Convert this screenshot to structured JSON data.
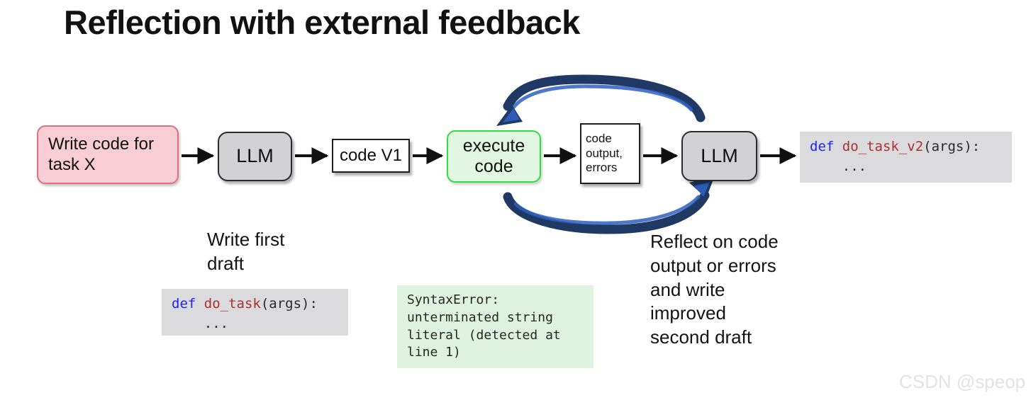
{
  "title": "Reflection with external feedback",
  "nodes": {
    "task": "Write code for\ntask X",
    "llm1": "LLM",
    "code_v1": "code V1",
    "execute": "execute\ncode",
    "output": "code\noutput,\nerrors",
    "llm2": "LLM"
  },
  "code_right": {
    "kw": "def",
    "fn": " do_task_v2",
    "rest": "(args):",
    "line2": "    ..."
  },
  "code_left": {
    "kw": "def",
    "fn": " do_task",
    "rest": "(args):",
    "line2": "    ..."
  },
  "error_block": {
    "text": "SyntaxError:\nunterminated string\nliteral (detected at\nline 1)"
  },
  "captions": {
    "left": "Write first\ndraft",
    "right": "Reflect on code\noutput or errors\nand write\nimproved\nsecond draft"
  },
  "watermark": "CSDN @speop",
  "colors": {
    "pink_fill": "#f8ced4",
    "pink_border": "#e0707e",
    "gray_fill": "#d2d2d4",
    "green_fill": "#e2f7e2",
    "green_border": "#33dd44",
    "code_bg": "#dbdbdd",
    "error_bg": "#dff4e0",
    "arrow_navy": "#1f3864",
    "arrow_highlight": "#2f5fbf",
    "keyword_blue": "#2222ee",
    "function_red": "#a83232",
    "watermark_gray": "#e3e3e3"
  }
}
